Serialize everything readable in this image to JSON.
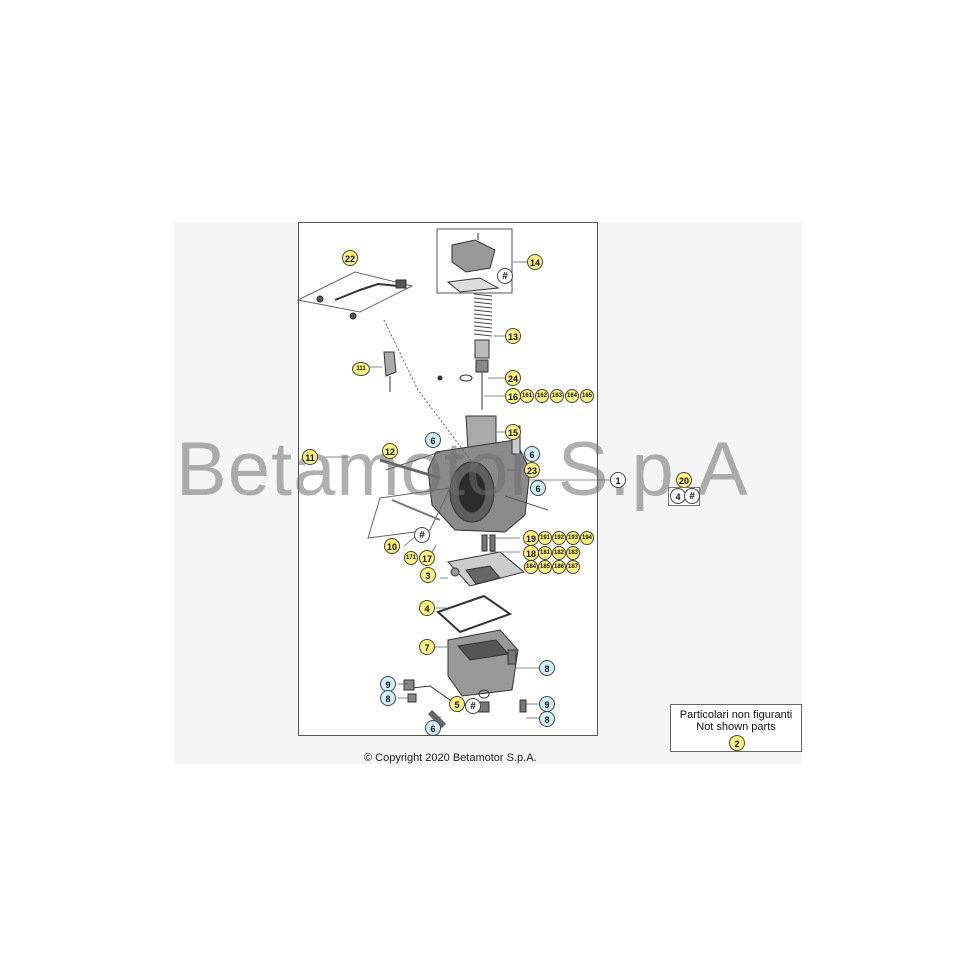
{
  "watermark": "Betamotor S.p.A",
  "copyright": "© Copyright 2020 Betamotor S.p.A.",
  "legend": {
    "line1": "Particolari non figuranti",
    "line2": "Not shown parts",
    "ref": "2"
  },
  "kit": {
    "number": "20",
    "part": "4",
    "marker": "#"
  },
  "callouts": {
    "c22": "22",
    "c14": "14",
    "c14_hash": "#",
    "c13": "13",
    "c111": "111",
    "c24": "24",
    "c16": "16",
    "c161": "161",
    "c162": "162",
    "c163": "163",
    "c164": "164",
    "c165": "165",
    "c15": "15",
    "c6a": "6",
    "c11": "11",
    "c12": "12",
    "c6b": "6",
    "c23": "23",
    "c6c": "6",
    "c1": "1",
    "c19": "19",
    "c191": "191",
    "c192": "192",
    "c193": "193",
    "c194": "194",
    "c18": "18",
    "c181": "181",
    "c182": "182",
    "c183": "183",
    "c184": "184",
    "c185": "185",
    "c186": "186",
    "c187": "187",
    "c10": "10",
    "c10_hash": "#",
    "c171": "171",
    "c17": "17",
    "c3": "3",
    "c4": "4",
    "c7": "7",
    "c8a": "8",
    "c9a": "9",
    "c8b": "8",
    "c5": "5",
    "c5_hash": "#",
    "c9b": "9",
    "c8c": "8",
    "c6d": "6"
  }
}
